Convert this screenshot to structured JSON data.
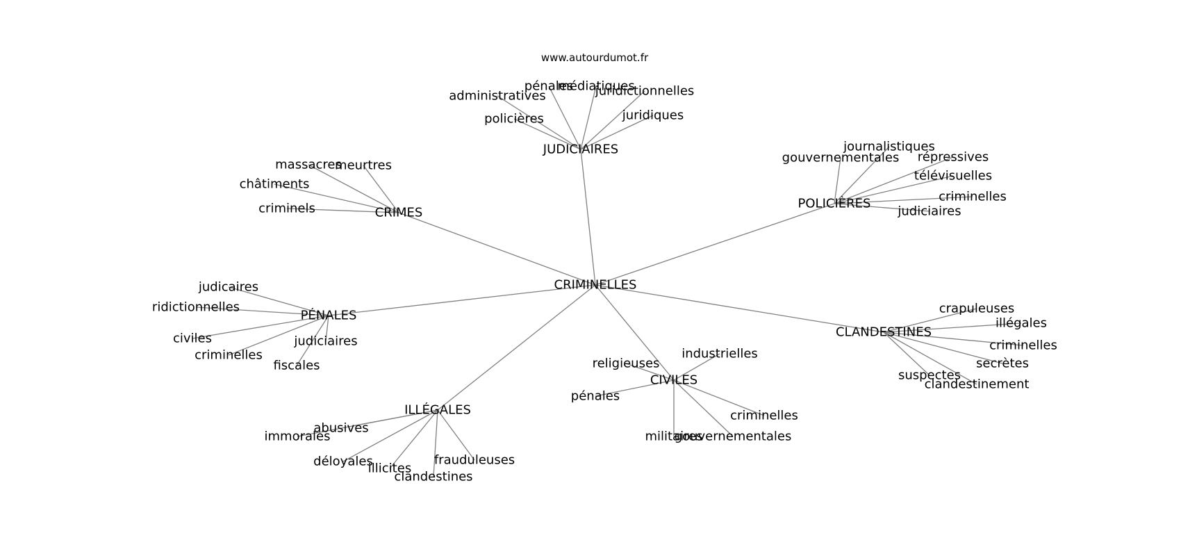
{
  "watermark": "www.autourdumot.fr",
  "center": "CRIMINELLES",
  "groups": [
    {
      "label": "JUDICIAIRES",
      "leaves": [
        "pénales",
        "médiatiques",
        "administratives",
        "juridictionnelles",
        "policières",
        "juridiques"
      ]
    },
    {
      "label": "CRIMES",
      "leaves": [
        "massacres",
        "meurtres",
        "châtiments",
        "criminels"
      ]
    },
    {
      "label": "POLICIÈRES",
      "leaves": [
        "journalistiques",
        "gouvernementales",
        "répressives",
        "télévisuelles",
        "criminelles",
        "judiciaires"
      ]
    },
    {
      "label": "PÉNALES",
      "leaves": [
        "judicaires",
        "ridictionnelles",
        "civiles",
        "criminelles",
        "judiciaires",
        "fiscales"
      ]
    },
    {
      "label": "CLANDESTINES",
      "leaves": [
        "crapuleuses",
        "illégales",
        "criminelles",
        "secrètes",
        "suspectes",
        "clandestinement"
      ]
    },
    {
      "label": "CIVILES",
      "leaves": [
        "religieuses",
        "industrielles",
        "pénales",
        "criminelles",
        "militaires",
        "gouvernementales"
      ]
    },
    {
      "label": "ILLÉGALES",
      "leaves": [
        "abusives",
        "immorales",
        "déloyales",
        "illicites",
        "frauduleuses",
        "clandestines"
      ]
    }
  ]
}
